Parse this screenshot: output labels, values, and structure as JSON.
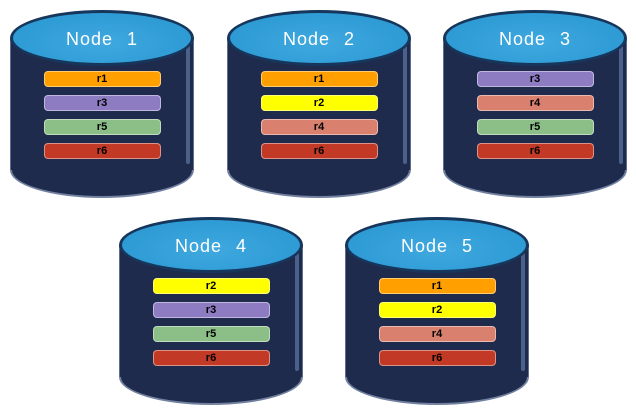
{
  "nodes": [
    {
      "label": "Node 1",
      "bars": [
        "r1",
        "r3",
        "r5",
        "r6"
      ]
    },
    {
      "label": "Node 2",
      "bars": [
        "r1",
        "r2",
        "r4",
        "r6"
      ]
    },
    {
      "label": "Node 3",
      "bars": [
        "r3",
        "r4",
        "r5",
        "r6"
      ]
    },
    {
      "label": "Node 4",
      "bars": [
        "r2",
        "r3",
        "r5",
        "r6"
      ]
    },
    {
      "label": "Node 5",
      "bars": [
        "r1",
        "r2",
        "r4",
        "r6"
      ]
    }
  ],
  "colors": {
    "r1": "#FFA000",
    "r2": "#FFFF00",
    "r3": "#8E7CC3",
    "r4": "#D9806F",
    "r5": "#8CBE88",
    "r6": "#C23A26",
    "cylinder_body": "#1F2B4D",
    "cylinder_top": "#2E9BD5"
  }
}
